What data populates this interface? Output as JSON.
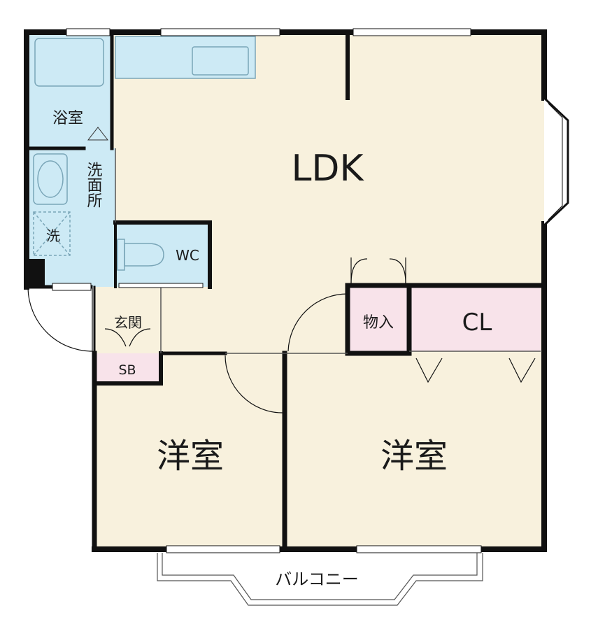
{
  "floor_plan": {
    "rooms": {
      "ldk": "LDK",
      "bath": "浴室",
      "washroom": "洗面所",
      "washer": "洗",
      "toilet": "WC",
      "entrance": "玄関",
      "shoe_box": "SB",
      "storage": "物入",
      "closet": "CL",
      "western_room_left": "洋室",
      "western_room_right": "洋室",
      "balcony": "バルコニー"
    },
    "colors": {
      "ldk_floor": "#f8f1dd",
      "wet_area": "#cdeaf5",
      "storage": "#f8e3ea",
      "wall": "#111111",
      "fixture_outline": "#7aa6b8"
    }
  }
}
